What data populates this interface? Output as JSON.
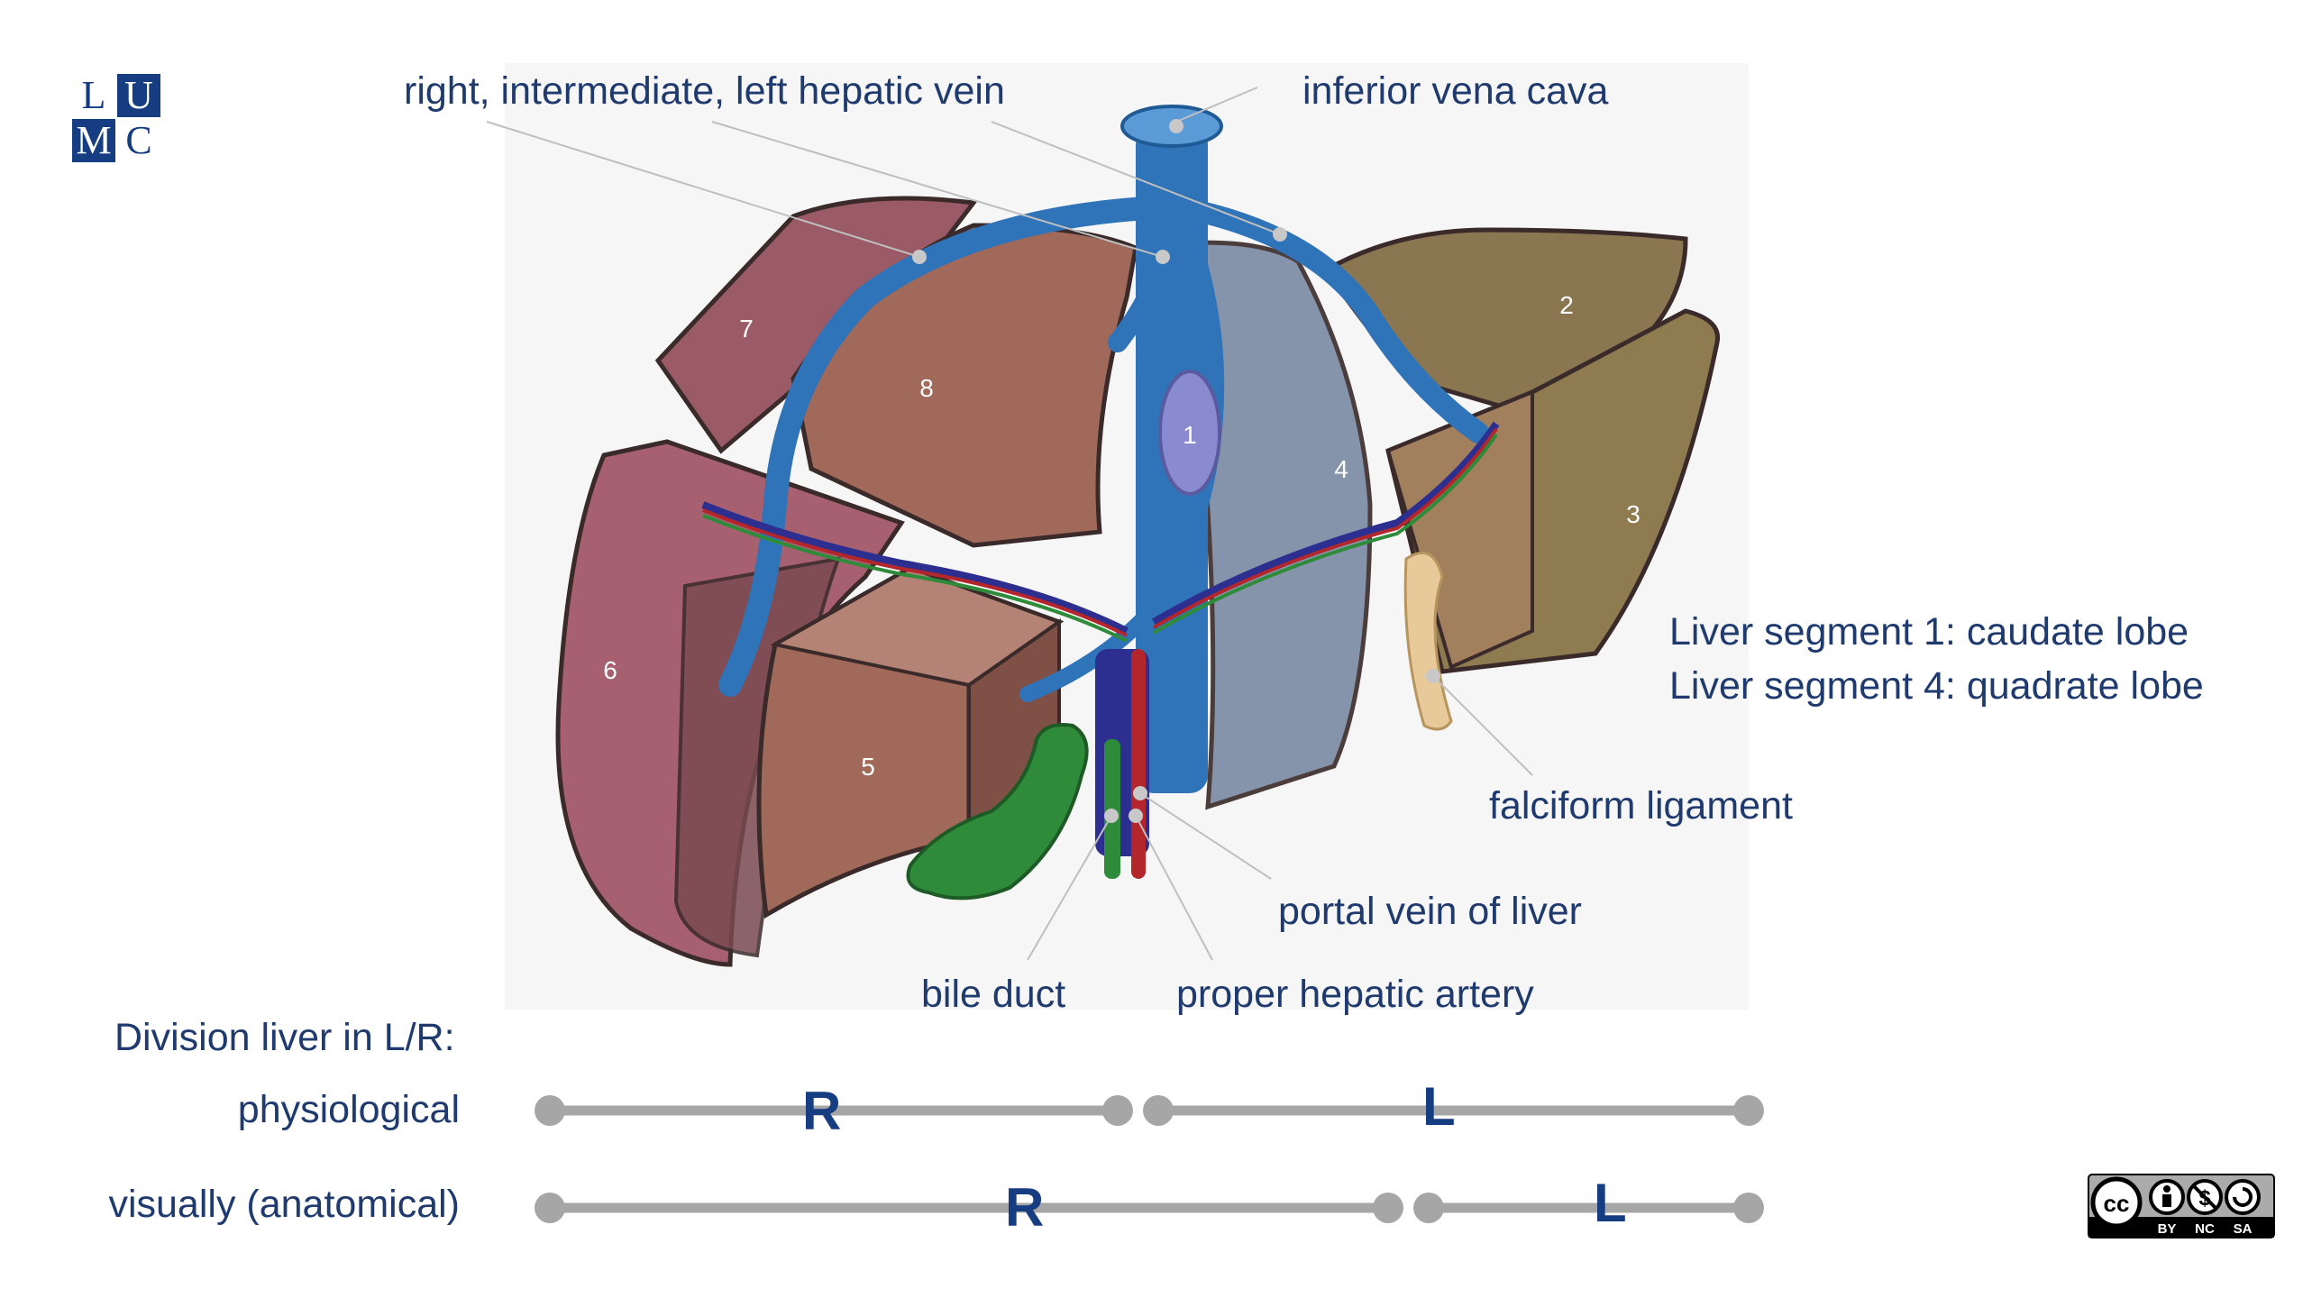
{
  "logo": {
    "letters": [
      "L",
      "U",
      "M",
      "C"
    ]
  },
  "labels": {
    "hepatic_veins": "right, intermediate, left hepatic vein",
    "ivc": "inferior vena cava",
    "segment1_note": "Liver segment 1: caudate lobe",
    "segment4_note": "Liver segment 4: quadrate lobe",
    "falciform": "falciform ligament",
    "portal_vein": "portal vein of liver",
    "bile_duct": "bile duct",
    "hepatic_artery": "proper hepatic artery"
  },
  "segments": [
    "1",
    "2",
    "3",
    "4",
    "5",
    "6",
    "7",
    "8"
  ],
  "division": {
    "heading": "Division liver in L/R:",
    "rows": [
      {
        "label": "physiological",
        "right": "R",
        "left": "L"
      },
      {
        "label": "visually (anatomical)",
        "right": "R",
        "left": "L"
      }
    ]
  },
  "license": {
    "tags": [
      "BY",
      "NC",
      "SA"
    ]
  },
  "colors": {
    "text": "#1f3a6e",
    "vein": "#2f73b8",
    "portal": "#2c2f8f",
    "artery": "#b3262c",
    "bile": "#2e8b3a",
    "track": "#a6a6a6"
  }
}
